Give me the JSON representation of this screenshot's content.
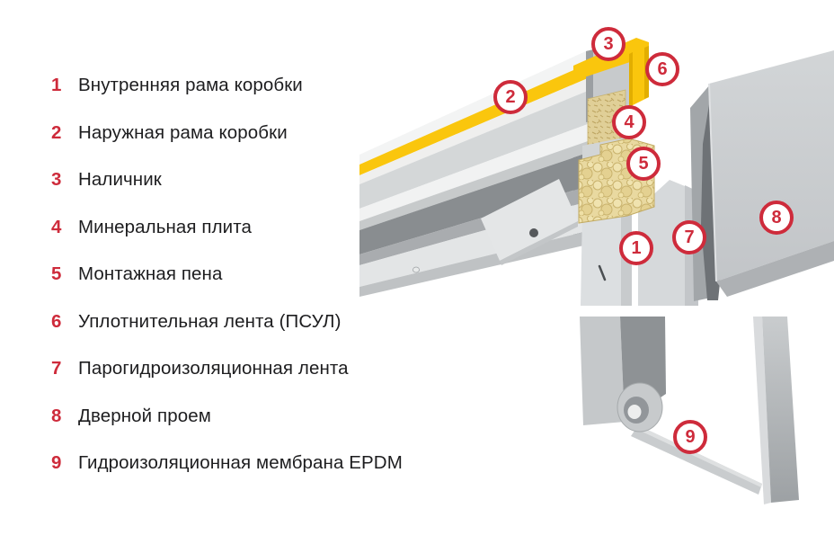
{
  "legend": {
    "items": [
      {
        "num": "1",
        "label": "Внутренняя рама коробки"
      },
      {
        "num": "2",
        "label": "Наружная рама коробки"
      },
      {
        "num": "3",
        "label": "Наличник"
      },
      {
        "num": "4",
        "label": "Минеральная плита"
      },
      {
        "num": "5",
        "label": "Монтажная пена"
      },
      {
        "num": "6",
        "label": "Уплотнительная лента (ПСУЛ)"
      },
      {
        "num": "7",
        "label": "Парогидроизоляционная лента"
      },
      {
        "num": "8",
        "label": "Дверной проем"
      },
      {
        "num": "9",
        "label": "Гидроизоляционная мембрана EPDM"
      }
    ]
  },
  "markers": [
    {
      "label": "1"
    },
    {
      "label": "2"
    },
    {
      "label": "3"
    },
    {
      "label": "4"
    },
    {
      "label": "5"
    },
    {
      "label": "6"
    },
    {
      "label": "7"
    },
    {
      "label": "8"
    },
    {
      "label": "9"
    }
  ],
  "colors": {
    "accent_red": "#CE2B3B",
    "text_dark": "#1D1D1F",
    "tape_yellow": "#FAC60D",
    "foam_beige": "#E9D9A0",
    "metal_light": "#E3E5E6",
    "metal_dark": "#8E9296"
  }
}
